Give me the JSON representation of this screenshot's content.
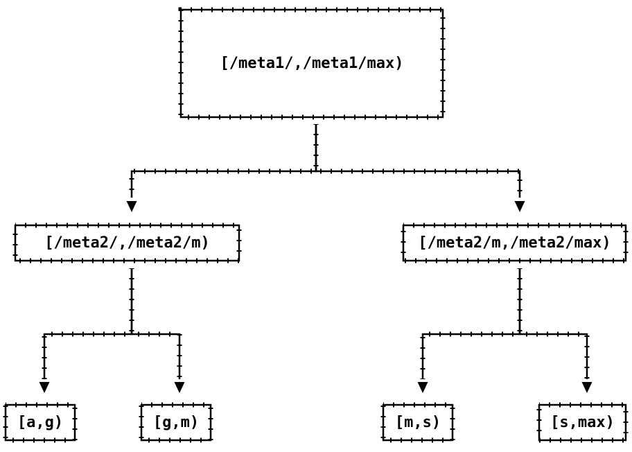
{
  "colors": {
    "background": "#ffffff",
    "line": "#000000",
    "text": "#000000"
  },
  "tree": {
    "root": {
      "id": "root",
      "label": "[/meta1/,/meta1/max)"
    },
    "children": [
      {
        "id": "meta2-low",
        "label": "[/meta2/,/meta2/m)"
      },
      {
        "id": "meta2-high",
        "label": "[/meta2/m,/meta2/max)"
      }
    ],
    "leaves": [
      {
        "id": "a-g",
        "label": "[a,g)"
      },
      {
        "id": "g-m",
        "label": "[g,m)"
      },
      {
        "id": "m-s",
        "label": "[m,s)"
      },
      {
        "id": "s-max",
        "label": "[s,max)"
      }
    ],
    "edges": [
      {
        "from": "root",
        "to": "meta2-low"
      },
      {
        "from": "root",
        "to": "meta2-high"
      },
      {
        "from": "meta2-low",
        "to": "a-g"
      },
      {
        "from": "meta2-low",
        "to": "g-m"
      },
      {
        "from": "meta2-high",
        "to": "m-s"
      },
      {
        "from": "meta2-high",
        "to": "s-max"
      }
    ]
  }
}
